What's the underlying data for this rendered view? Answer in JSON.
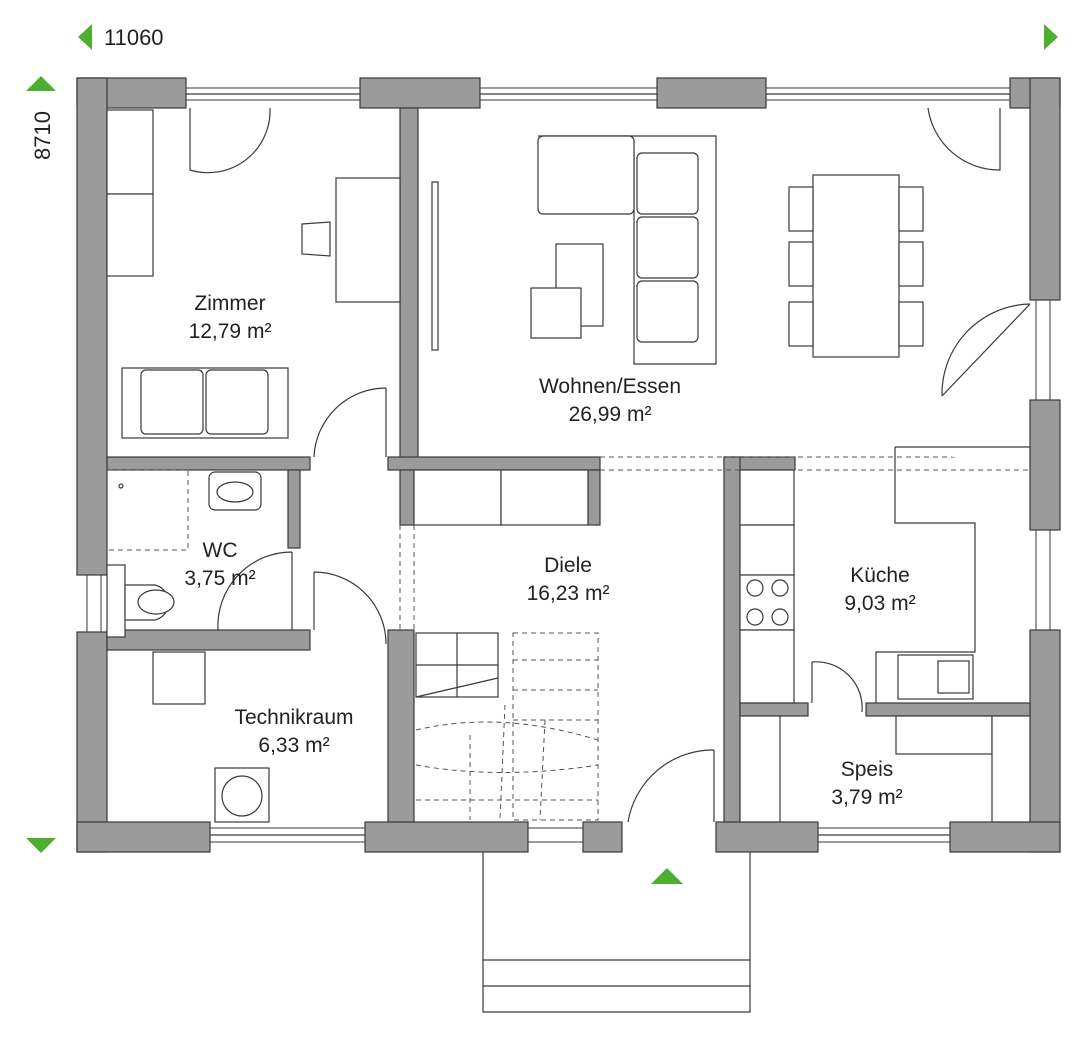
{
  "dimensions": {
    "width": "11060",
    "depth": "8710"
  },
  "rooms": [
    {
      "name": "Zimmer",
      "area": "12,79 m²"
    },
    {
      "name": "Wohnen/Essen",
      "area": "26,99 m²"
    },
    {
      "name": "WC",
      "area": "3,75 m²"
    },
    {
      "name": "Diele",
      "area": "16,23 m²"
    },
    {
      "name": "Küche",
      "area": "9,03 m²"
    },
    {
      "name": "Technikraum",
      "area": "6,33 m²"
    },
    {
      "name": "Speis",
      "area": "3,79 m²"
    }
  ],
  "colors": {
    "accent": "#4caf2f",
    "wall": "#9b9b9b"
  }
}
